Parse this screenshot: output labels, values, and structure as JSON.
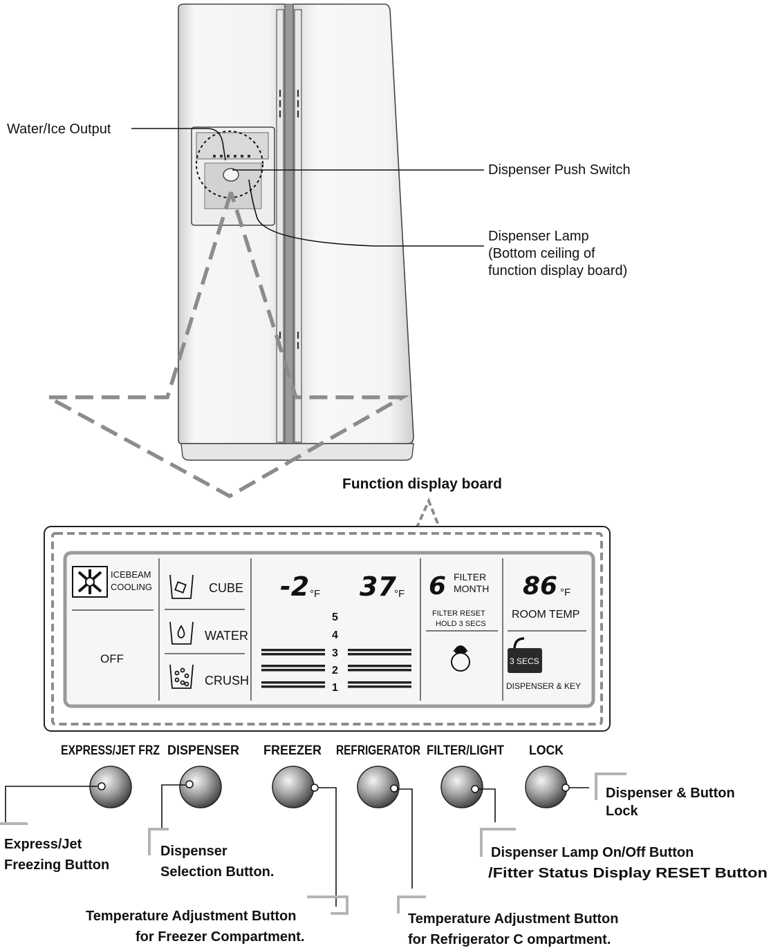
{
  "callouts": {
    "water_ice_output": "Water/Ice Output",
    "dispenser_push_switch": "Dispenser Push Switch",
    "dispenser_lamp": [
      "Dispenser Lamp",
      "(Bottom ceiling of",
      "function display board)"
    ],
    "function_display_board": "Function display board"
  },
  "panel": {
    "icebeam": [
      "ICEBEAM",
      "COOLING"
    ],
    "off_label": "OFF",
    "cube_label": "CUBE",
    "water_label": "WATER",
    "crush_label": "CRUSH",
    "freezer_temp": "-2",
    "fridge_temp": "37",
    "unit_f": "°F",
    "levels": [
      "5",
      "4",
      "3",
      "2",
      "1"
    ],
    "filter_value": "6",
    "filter_label": [
      "FILTER",
      "MONTH"
    ],
    "filter_reset": [
      "FILTER RESET",
      "HOLD 3 SECS"
    ],
    "room_temp_value": "86",
    "room_temp_label": "ROOM TEMP",
    "lock_secs": "3 SECS",
    "lock_label": "DISPENSER & KEY"
  },
  "buttons": [
    {
      "label": "EXPRESS/JET FRZ"
    },
    {
      "label": "DISPENSER"
    },
    {
      "label": "FREEZER"
    },
    {
      "label": "REFRIGERATOR"
    },
    {
      "label": "FILTER/LIGHT"
    },
    {
      "label": "LOCK"
    }
  ],
  "button_descriptions": {
    "express": [
      "Express/Jet",
      "Freezing Button"
    ],
    "dispenser": [
      "Dispenser",
      "Selection Button."
    ],
    "freezer": [
      "Temperature Adjustment Button",
      "for Freezer Compartment."
    ],
    "refrigerator": [
      "Temperature Adjustment Button",
      "for Refrigerator C ompartment."
    ],
    "filter_light": [
      "Dispenser Lamp On/Off Button",
      "/Fitter Status Display RESET Button"
    ],
    "lock": [
      "Dispenser & Button",
      "Lock"
    ]
  }
}
